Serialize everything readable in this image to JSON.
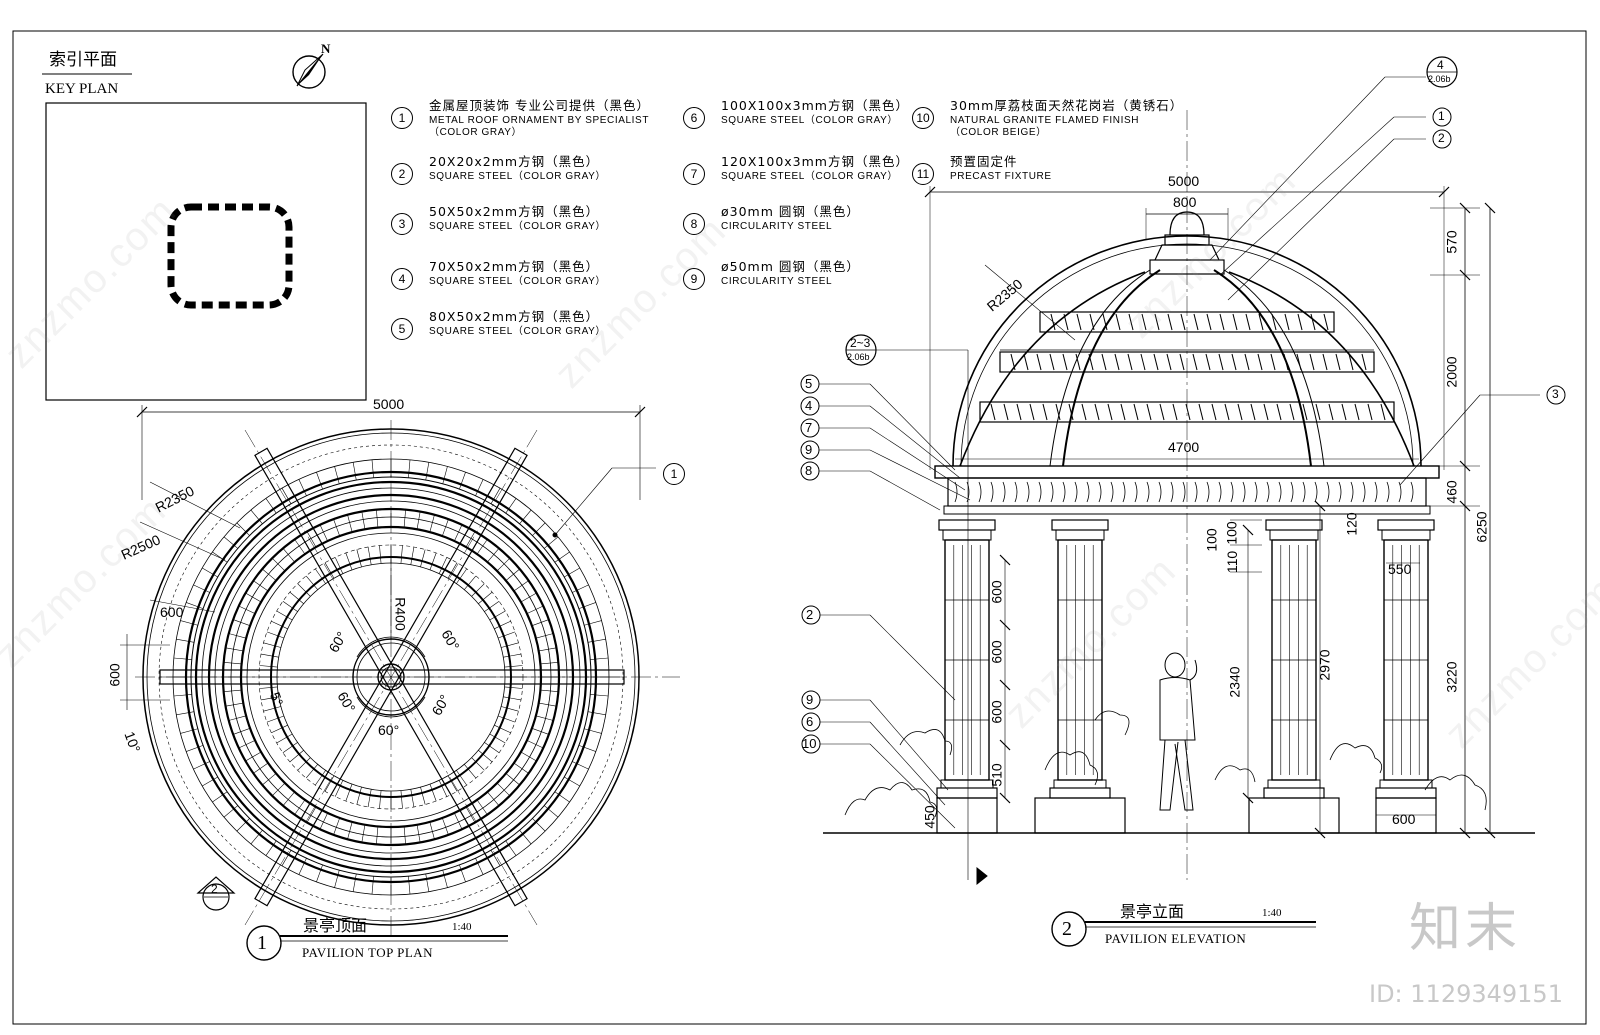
{
  "key_plan": {
    "title_cn": "索引平面",
    "title_en": "KEY PLAN"
  },
  "north": "N",
  "legend": [
    {
      "n": "1",
      "cn": "金属屋顶装饰  专业公司提供（黑色）",
      "en1": "METAL ROOF ORNAMENT  BY SPECIALIST",
      "en2": "（COLOR GRAY）"
    },
    {
      "n": "2",
      "cn": "20X20x2mm方钢（黑色）",
      "en1": "SQUARE STEEL（COLOR GRAY）",
      "en2": ""
    },
    {
      "n": "3",
      "cn": "50X50x2mm方钢（黑色）",
      "en1": "SQUARE STEEL（COLOR GRAY）",
      "en2": ""
    },
    {
      "n": "4",
      "cn": "70X50x2mm方钢（黑色）",
      "en1": "SQUARE STEEL（COLOR GRAY）",
      "en2": ""
    },
    {
      "n": "5",
      "cn": "80X50x2mm方钢（黑色）",
      "en1": "SQUARE STEEL（COLOR GRAY）",
      "en2": ""
    },
    {
      "n": "6",
      "cn": "100X100x3mm方钢（黑色）",
      "en1": "SQUARE STEEL（COLOR GRAY）",
      "en2": ""
    },
    {
      "n": "7",
      "cn": "120X100x3mm方钢（黑色）",
      "en1": "SQUARE STEEL（COLOR GRAY）",
      "en2": ""
    },
    {
      "n": "8",
      "cn": "ø30mm 圆钢（黑色）",
      "en1": "CIRCULARITY  STEEL",
      "en2": ""
    },
    {
      "n": "9",
      "cn": "ø50mm 圆钢（黑色）",
      "en1": "CIRCULARITY  STEEL",
      "en2": ""
    },
    {
      "n": "10",
      "cn": "30mm厚荔枝面天然花岗岩（黄锈石）",
      "en1": "NATURAL GRANITE FLAMED FINISH",
      "en2": "（COLOR BEIGE）"
    },
    {
      "n": "11",
      "cn": "预置固定件",
      "en1": "PRECAST FIXTURE",
      "en2": ""
    }
  ],
  "plan": {
    "number": "1",
    "title_cn": "景亭顶面",
    "title_en": "PAVILION TOP PLAN",
    "scale": "1:40",
    "dims": {
      "overall": "5000",
      "r2350": "R2350",
      "r2500": "R2500",
      "r400": "R400",
      "d600a": "600",
      "d600b": "600",
      "deg10": "10°",
      "deg5": "5°",
      "a60": [
        "60°",
        "60°",
        "60°",
        "60°",
        "60°"
      ]
    },
    "callout": "1",
    "section_mark": "2"
  },
  "elev": {
    "number": "2",
    "title_cn": "景亭立面",
    "title_en": "PAVILION ELEVATION",
    "scale": "1:40",
    "top_ref": {
      "n": "4",
      "sheet": "2.06b"
    },
    "side_ref": {
      "n": "2~3",
      "sheet": "2.06b"
    },
    "dims": {
      "overall": "5000",
      "top": "800",
      "r2350": "R2350",
      "w4700": "4700",
      "h570": "570",
      "h2000": "2000",
      "h460": "460",
      "h6250": "6250",
      "h3220": "3220",
      "h120": "120",
      "w550": "550",
      "h100a": "100",
      "h100b": "100",
      "h110": "110",
      "h2340": "2340",
      "h2970": "2970",
      "h600a": "600",
      "h600b": "600",
      "h600c": "600",
      "h510": "510",
      "h450": "450",
      "w600": "600"
    },
    "right_callouts": [
      "1",
      "2",
      "3"
    ],
    "left_callouts_top": [
      "5",
      "4",
      "7",
      "9",
      "8"
    ],
    "left_callouts_bottom": [
      "2",
      "9",
      "6",
      "10"
    ]
  },
  "brand": {
    "logo": "知末",
    "id": "ID: 1129349151"
  },
  "watermark": "znzmo.com"
}
